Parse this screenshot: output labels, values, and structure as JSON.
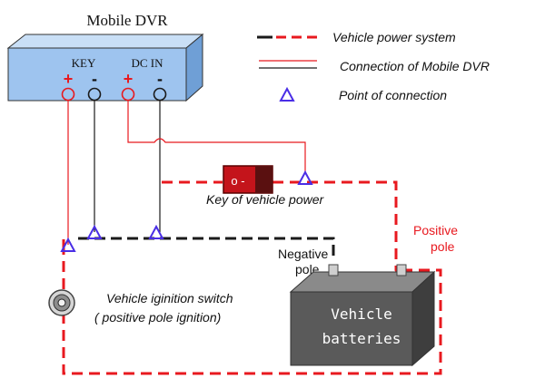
{
  "device": {
    "title": "Mobile DVR",
    "key_label": "KEY",
    "dcin_label": "DC IN",
    "key_pos": "+",
    "key_neg": "-",
    "dcin_pos": "+",
    "dcin_neg": "-"
  },
  "legend": {
    "vehicle_power": "Vehicle power  system",
    "dvr_connection": "Connection of Mobile DVR",
    "point": "Point of connection"
  },
  "labels": {
    "key_vehicle_power": "Key of vehicle power",
    "positive_pole": [
      "Positive",
      "pole"
    ],
    "negative_pole": [
      "Negative",
      "pole"
    ],
    "ignition_switch": [
      "Vehicle iginition switch",
      "( positive pole ignition)"
    ],
    "battery": [
      "Vehicle",
      "batteries"
    ],
    "switch_marks": "o -"
  },
  "colors": {
    "box_fill": "#9ec4ef",
    "box_top": "#c9dff6",
    "box_side": "#6f9fd6",
    "vehicle_power": "#e8191f",
    "dvr_wire_red": "#e8191f",
    "dvr_wire_black": "#1a1a1a",
    "point": "#4a2ee6",
    "battery": "#5a5a5a",
    "battery_top": "#8a8a8a",
    "switch": "#c4141b",
    "positive_text": "#e8191f"
  }
}
